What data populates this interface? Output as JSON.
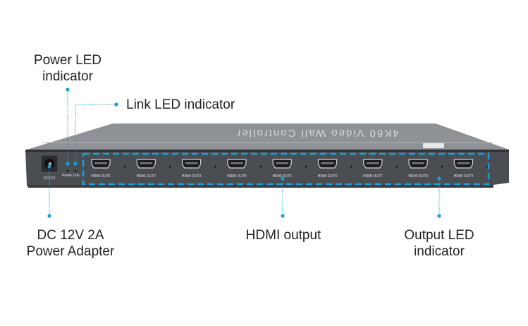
{
  "callouts": {
    "power_led": {
      "line1": "Power LED",
      "line2": "indicator"
    },
    "link_led": {
      "text": "Link LED indicator"
    },
    "dc_power": {
      "line1": "DC 12V 2A",
      "line2": "Power Adapter"
    },
    "hdmi_output": {
      "text": "HDMI output"
    },
    "output_led": {
      "line1": "Output LED",
      "line2": "indicator"
    }
  },
  "device": {
    "top_label": "4K60 Video Wall Controller",
    "dc_label": "DC12V",
    "power_label": "Power",
    "link_label": "Link",
    "ports": [
      "HDMI OUT1",
      "HDMI OUT2",
      "HDMI OUT3",
      "HDMI OUT4",
      "HDMI OUT5",
      "HDMI OUT6",
      "HDMI OUT7",
      "HDMI OUT8",
      "HDMI OUT9"
    ]
  },
  "colors": {
    "accent": "#1a9fd8",
    "body_front": "#4a4d52",
    "body_top": "#8a8d91",
    "text": "#222222"
  }
}
